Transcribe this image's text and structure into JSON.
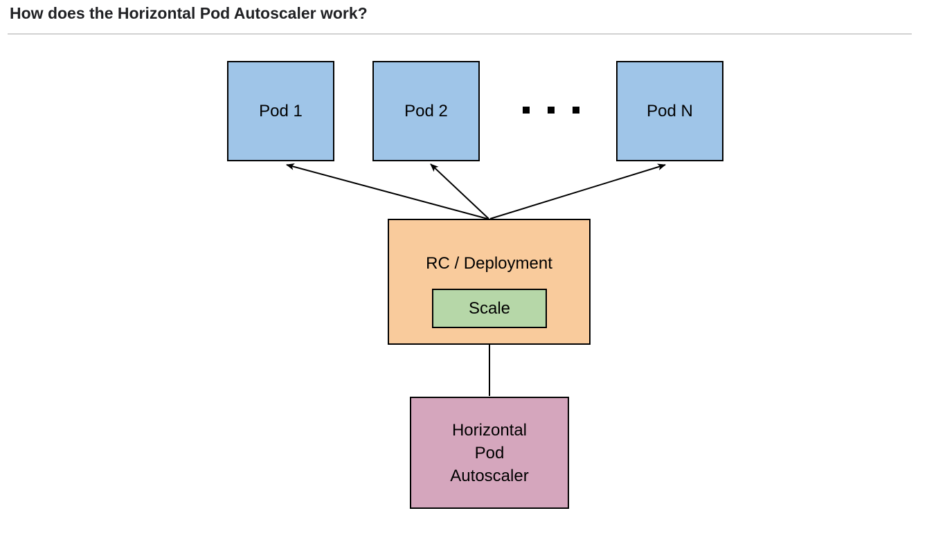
{
  "page": {
    "title": "How does the Horizontal Pod Autoscaler work?"
  },
  "diagram": {
    "nodes": {
      "pod1": {
        "label": "Pod 1",
        "fill": "#9fc5e8"
      },
      "pod2": {
        "label": "Pod 2",
        "fill": "#9fc5e8"
      },
      "podN": {
        "label": "Pod N",
        "fill": "#9fc5e8"
      },
      "rc": {
        "label": "RC / Deployment",
        "fill": "#f9cb9c"
      },
      "scale": {
        "label": "Scale",
        "fill": "#b6d7a8"
      },
      "hpa": {
        "label": "Horizontal Pod Autoscaler",
        "lines": [
          "Horizontal",
          "Pod",
          "Autoscaler"
        ],
        "fill": "#d5a6bd"
      }
    },
    "ellipsis": {
      "dots": 3,
      "position": "between pod2 and podN"
    },
    "edges": [
      {
        "from": "rc",
        "to": "pod1",
        "arrowhead": "end"
      },
      {
        "from": "rc",
        "to": "pod2",
        "arrowhead": "end"
      },
      {
        "from": "rc",
        "to": "podN",
        "arrowhead": "end"
      },
      {
        "from": "hpa",
        "to": "scale",
        "arrowhead": "end"
      }
    ],
    "colors": {
      "node_border": "#000000",
      "arrow": "#000000",
      "divider": "#d2d2d2",
      "title_text": "#202124",
      "background": "#ffffff"
    }
  }
}
